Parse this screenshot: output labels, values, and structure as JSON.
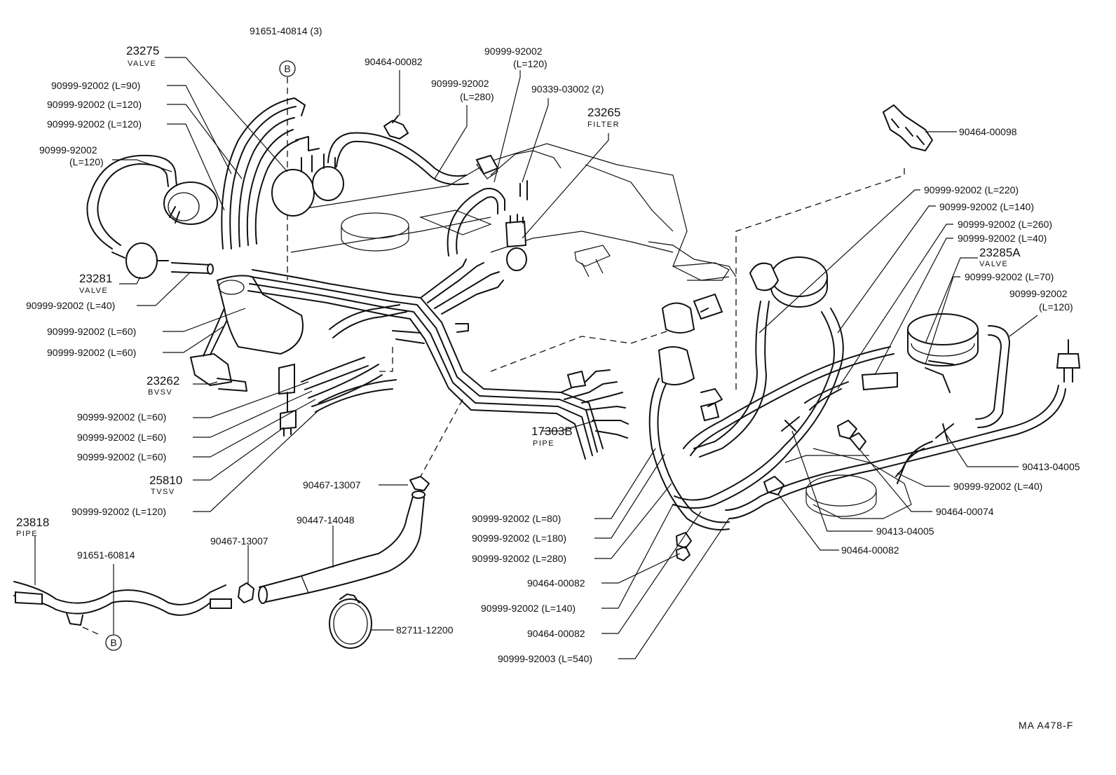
{
  "ref_code": "MA  A478-F",
  "connector": "B",
  "labels": {
    "l_91651_40814": "91651-40814 (3)",
    "l_23275": "23275",
    "l_23275_sub": "VALVE",
    "l_90464_00082_top": "90464-00082",
    "l_90999_120_top": "90999-92002",
    "l_90999_120_top_b": "(L=120)",
    "l_90999_280_top": "90999-92002",
    "l_90999_280_top_b": "(L=280)",
    "l_90339": "90339-03002 (2)",
    "l_23265": "23265",
    "l_23265_sub": "FILTER",
    "l_90464_00098": "90464-00098",
    "l_90_l90": "90999-92002 (L=90)",
    "l_90_l120a": "90999-92002 (L=120)",
    "l_90_l120b": "90999-92002 (L=120)",
    "l_90_l120c": "90999-92002",
    "l_90_l120c_b": "(L=120)",
    "l_23281": "23281",
    "l_23281_sub": "VALVE",
    "l_90_l40_left": "90999-92002 (L=40)",
    "l_90_l60a": "90999-92002 (L=60)",
    "l_90_l60b": "90999-92002 (L=60)",
    "l_23262": "23262",
    "l_23262_sub": "BVSV",
    "l_90_l60c": "90999-92002 (L=60)",
    "l_90_l60d": "90999-92002 (L=60)",
    "l_90_l60e": "90999-92002 (L=60)",
    "l_25810": "25810",
    "l_25810_sub": "TVSV",
    "l_90_l120d": "90999-92002 (L=120)",
    "l_23818": "23818",
    "l_23818_sub": "PIPE",
    "l_91651_60814": "91651-60814",
    "l_90467_top": "90467-13007",
    "l_90467_low": "90467-13007",
    "l_90447": "90447-14048",
    "l_82711": "82711-12200",
    "l_17303b": "17303B",
    "l_17303b_sub": "PIPE",
    "l_90_l220": "90999-92002 (L=220)",
    "l_90_l140a": "90999-92002 (L=140)",
    "l_90_l260": "90999-92002 (L=260)",
    "l_90_l40a": "90999-92002 (L=40)",
    "l_23285a": "23285A",
    "l_23285a_sub": "VALVE",
    "l_90_l70": "90999-92002 (L=70)",
    "l_90_l120e": "90999-92002",
    "l_90_l120e_b": "(L=120)",
    "l_90413_a": "90413-04005",
    "l_90_l40b": "90999-92002 (L=40)",
    "l_90464_00074": "90464-00074",
    "l_90413_b": "90413-04005",
    "l_90464_00082_r": "90464-00082",
    "l_90_l80": "90999-92002 (L=80)",
    "l_90_l180": "90999-92002 (L=180)",
    "l_90_l280": "90999-92002 (L=280)",
    "l_90464_00082_m1": "90464-00082",
    "l_90_l140b": "90999-92002 (L=140)",
    "l_90464_00082_m2": "90464-00082",
    "l_90_92003": "90999-92003 (L=540)"
  }
}
